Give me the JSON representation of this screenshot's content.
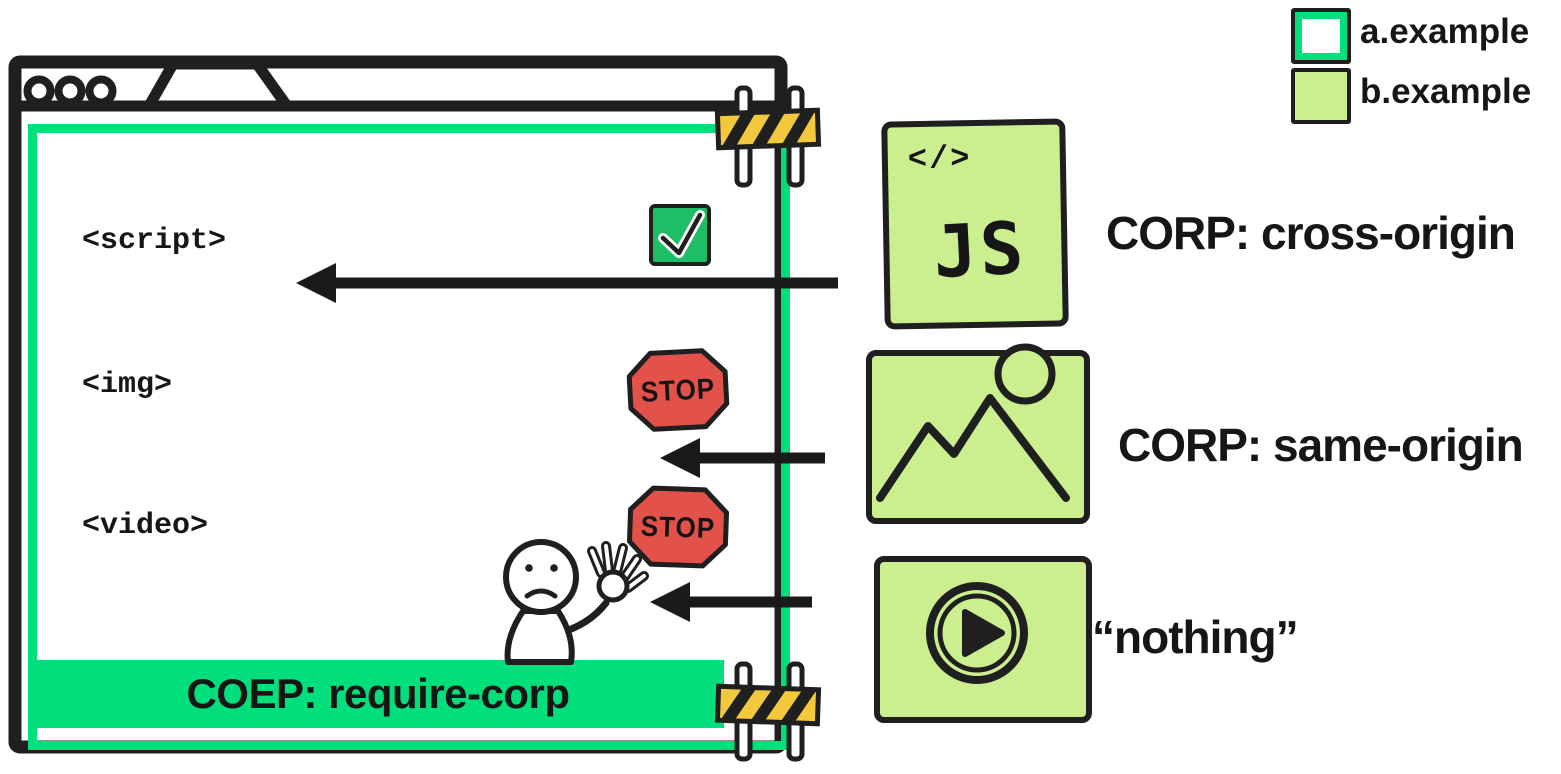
{
  "legend": {
    "items": [
      {
        "label": "a.example",
        "swatch": "white-with-green-border"
      },
      {
        "label": "b.example",
        "swatch": "light-green-fill"
      }
    ]
  },
  "browser": {
    "banner_label": "COEP: require-corp",
    "elements": [
      {
        "tag": "<script>",
        "result": "allowed"
      },
      {
        "tag": "<img>",
        "result": "blocked"
      },
      {
        "tag": "<video>",
        "result": "blocked"
      }
    ]
  },
  "stop_sign_label": "STOP",
  "resources": [
    {
      "name": "javascript-file",
      "icon_code": "</>",
      "icon_label": "JS",
      "label": "CORP: cross-origin"
    },
    {
      "name": "image-file",
      "label": "CORP: same-origin"
    },
    {
      "name": "video-file",
      "label": "“nothing”"
    }
  ],
  "colors": {
    "accent_green": "#00DF7B",
    "check_green": "#1DBE66",
    "light_green": "#CBEE8E",
    "stop_red": "#E2524A",
    "ink": "#1F1F1F",
    "stripe_yellow": "#F2C83C"
  }
}
